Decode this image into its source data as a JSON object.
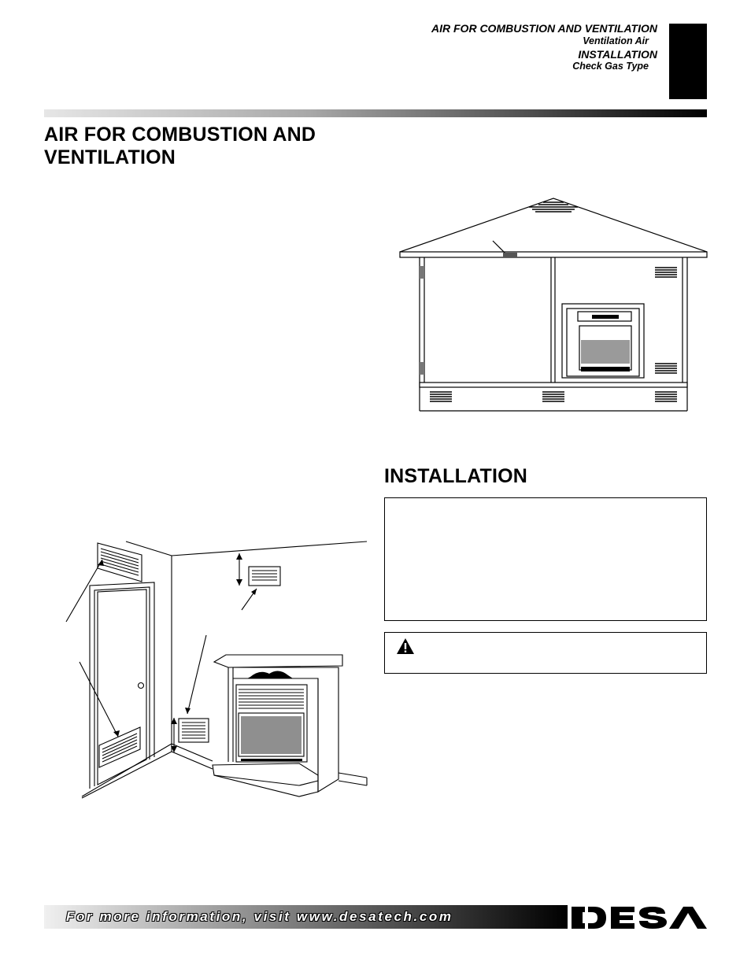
{
  "header": {
    "section_title": "AIR FOR COMBUSTION AND VENTILATION",
    "subsection_1": "Ventilation Air",
    "section_title_2": "INSTALLATION",
    "subsection_2": "Check Gas Type"
  },
  "headings": {
    "air_for_combustion": "AIR FOR COMBUSTION AND VENTILATION",
    "installation": "INSTALLATION"
  },
  "footer": {
    "text": "For more information, visit www.desatech.com",
    "logo": "DESA"
  },
  "icons": {
    "warning": "warning-triangle-icon"
  }
}
